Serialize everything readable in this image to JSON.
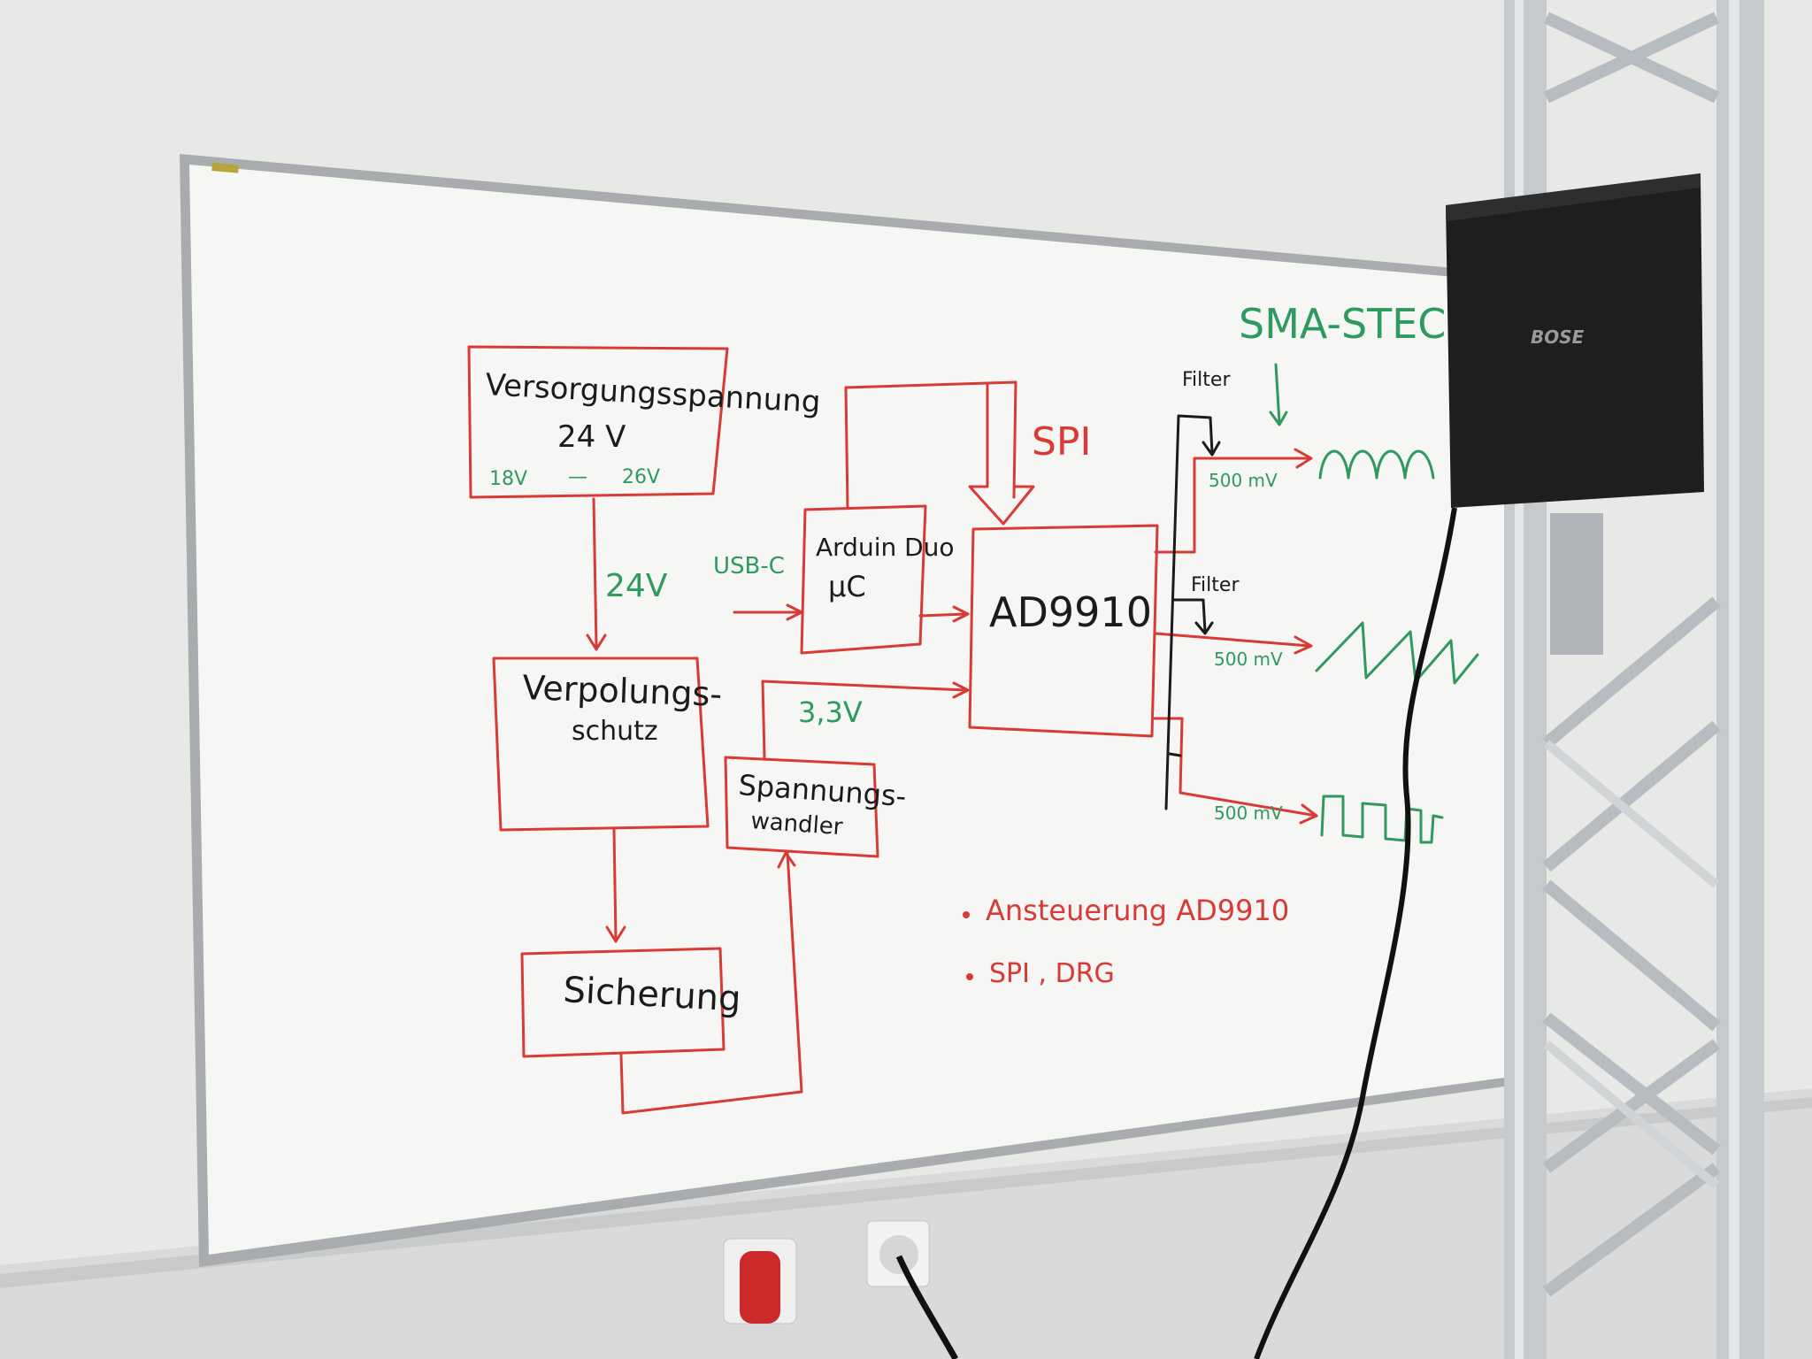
{
  "colors": {
    "wall": "#e9e9e7",
    "board": "#f7f7f5",
    "marker_red": "#d83a36",
    "marker_green": "#2f9a5e",
    "marker_black": "#1b1b1b",
    "speaker": "#1e1e1e",
    "truss": "#c8ccd0",
    "socket_red": "#cc2a2a"
  },
  "boxes": {
    "supply_line1": "Versorgungsspannung",
    "supply_line2": "24 V",
    "supply_min": "18V",
    "supply_dash": "—",
    "supply_max": "26V",
    "polarity_line1": "Verpolungs-",
    "polarity_line2": "schutz",
    "fuse": "Sicherung",
    "converter_line1": "Spannungs-",
    "converter_line2": "wandler",
    "arduino_line1": "Arduin Duo",
    "arduino_line2": "μC",
    "dds": "AD9910"
  },
  "labels": {
    "voltage_24": "24V",
    "usb": "USB-C",
    "voltage_33": "3,3V",
    "spi": "SPI",
    "sma": "SMA-STECKE",
    "filter_top": "Filter",
    "filter_mid": "Filter",
    "amp_1": "500 mV",
    "amp_2": "500 mV",
    "amp_3": "500 mV"
  },
  "notes": {
    "note_1": "Ansteuerung AD9910",
    "note_2": "SPI , DRG"
  },
  "speaker_logo": "BOSE",
  "icons": [
    "sine-wave-icon",
    "sawtooth-wave-icon",
    "square-wave-icon",
    "power-socket-icon",
    "cee-socket-icon"
  ]
}
